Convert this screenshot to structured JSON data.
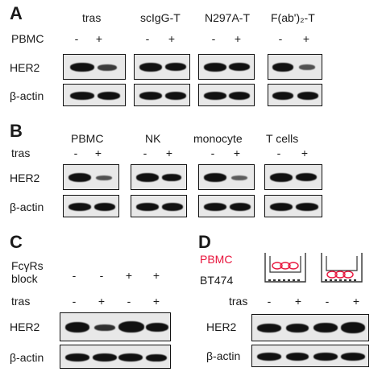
{
  "panel_a": {
    "letter": "A",
    "columns": [
      "tras",
      "scIgG-T",
      "N297A-T",
      "F(ab')₂-T"
    ],
    "row_label": "PBMC",
    "signs": [
      "-",
      "+",
      "-",
      "+",
      "-",
      "+",
      "-",
      "+"
    ],
    "blot_labels": [
      "HER2",
      "β-actin"
    ]
  },
  "panel_b": {
    "letter": "B",
    "columns": [
      "PBMC",
      "NK",
      "monocyte",
      "T cells"
    ],
    "row_label": "tras",
    "signs": [
      "-",
      "+",
      "-",
      "+",
      "-",
      "+",
      "-",
      "+"
    ],
    "blot_labels": [
      "HER2",
      "β-actin"
    ]
  },
  "panel_c": {
    "letter": "C",
    "row1_label_line1": "FcγRs",
    "row1_label_line2": "block",
    "row1_signs": [
      "-",
      "-",
      "+",
      "+"
    ],
    "row2_label": "tras",
    "row2_signs": [
      "-",
      "+",
      "-",
      "+"
    ],
    "blot_labels": [
      "HER2",
      "β-actin"
    ]
  },
  "panel_d": {
    "letter": "D",
    "pbmc_label": "PBMC",
    "bt474_label": "BT474",
    "row_label": "tras",
    "signs": [
      "-",
      "+",
      "-",
      "+"
    ],
    "blot_labels": [
      "HER2",
      "β-actin"
    ],
    "pbmc_color": "#e8143c"
  }
}
